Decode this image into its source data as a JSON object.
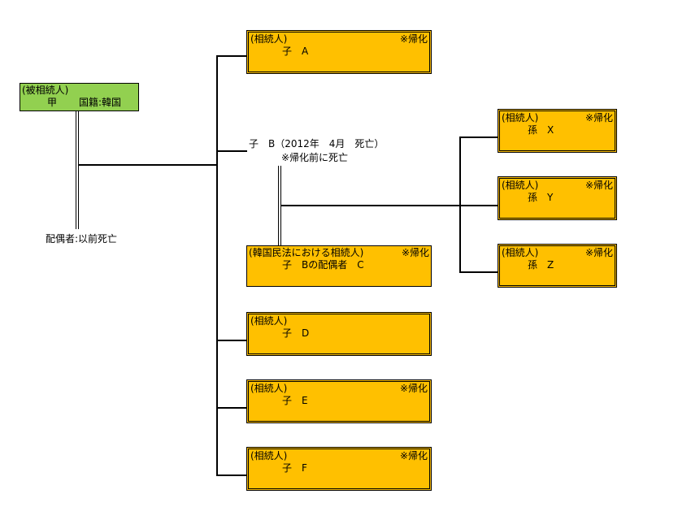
{
  "colors": {
    "decedent_fill": "#92d050",
    "heir_fill": "#ffc000",
    "line": "#000000"
  },
  "decedent": {
    "role": "(被相続人)",
    "name": "甲",
    "nationality": "国籍:韓国"
  },
  "decedent_spouse": {
    "label": "配偶者:以前死亡"
  },
  "children": [
    {
      "id": "A",
      "role": "(相続人)",
      "name": "子　A",
      "naturalized": "※帰化"
    },
    {
      "id": "D",
      "role": "(相続人)",
      "name": "子　D",
      "naturalized": ""
    },
    {
      "id": "E",
      "role": "(相続人)",
      "name": "子　E",
      "naturalized": "※帰化"
    },
    {
      "id": "F",
      "role": "(相続人)",
      "name": "子　F",
      "naturalized": "※帰化"
    }
  ],
  "deceased_child": {
    "line1": "子　B（2012年　4月　死亡）",
    "line2": "※帰化前に死亡"
  },
  "child_b_spouse": {
    "role": "(韓国民法における相続人)",
    "naturalized": "※帰化",
    "name": "子　Bの配偶者　C"
  },
  "grandchildren": [
    {
      "id": "X",
      "role": "(相続人)",
      "name": "孫　X",
      "naturalized": "※帰化"
    },
    {
      "id": "Y",
      "role": "(相続人)",
      "name": "孫　Y",
      "naturalized": "※帰化"
    },
    {
      "id": "Z",
      "role": "(相続人)",
      "name": "孫　Z",
      "naturalized": "※帰化"
    }
  ]
}
